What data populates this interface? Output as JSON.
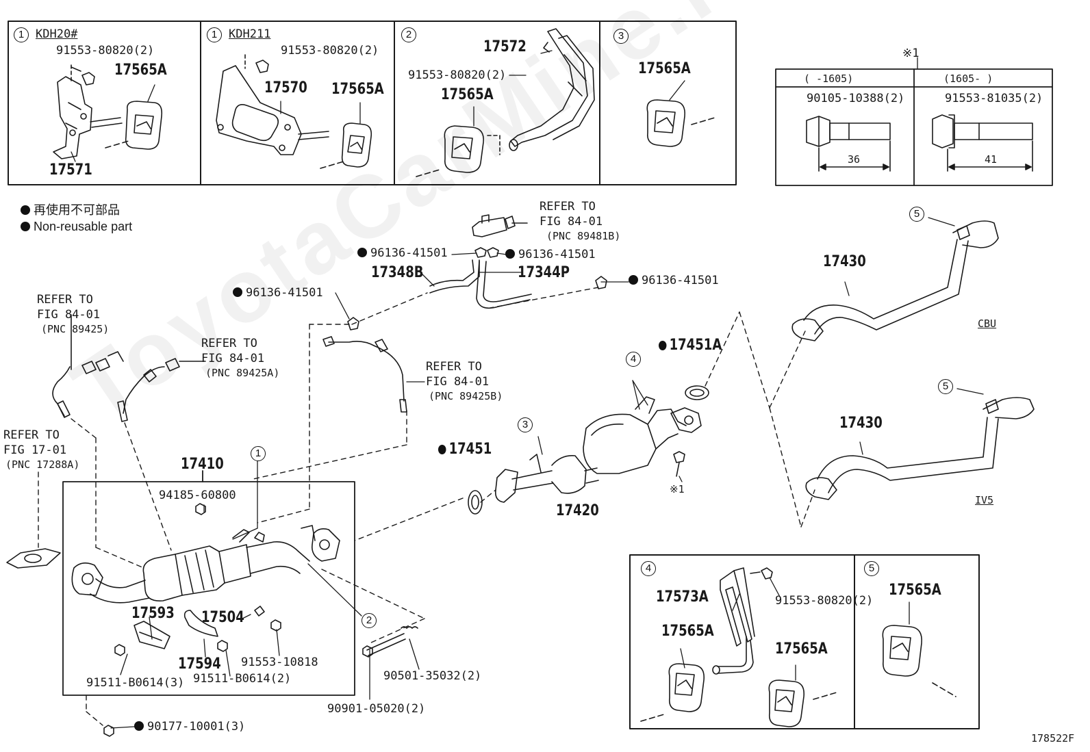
{
  "watermark": "ToyotaCarMine.ru",
  "legend": {
    "jp": "再使用不可部品",
    "en": "Non-reusable part"
  },
  "box1": {
    "num": "1",
    "model": "KDH20#",
    "bolt": "91553-80820(2)",
    "mount": "17565A",
    "bracket": "17571"
  },
  "box1b": {
    "num": "1",
    "model": "KDH211",
    "bolt": "91553-80820(2)",
    "bracket": "17570",
    "mount": "17565A"
  },
  "box2": {
    "num": "2",
    "hanger": "17572",
    "bolt": "91553-80820(2)",
    "mount": "17565A"
  },
  "box3": {
    "num": "3",
    "mount": "17565A"
  },
  "bolt_table": {
    "note": "※1",
    "col1": {
      "range": "(     -1605)",
      "part": "90105-10388(2)",
      "length": "36"
    },
    "col2": {
      "range": "(1605-     )",
      "part": "91553-81035(2)",
      "length": "41"
    }
  },
  "box4": {
    "num": "4",
    "hanger": "17573A",
    "bolt": "91553-80820(2)",
    "mount_a": "17565A",
    "mount_b": "17565A"
  },
  "box5": {
    "num": "5",
    "mount": "17565A"
  },
  "labels": {
    "refer_to": "REFER TO",
    "fig8401": "FIG 84-01",
    "fig1701": "FIG 17-01",
    "pnc89481b": "(PNC 89481B)",
    "pnc89425": "(PNC 89425)",
    "pnc89425a": "(PNC 89425A)",
    "pnc89425b": "(PNC 89425B)",
    "pnc17288a": "(PNC 17288A)",
    "clip": "96136-41501",
    "hose_b": "17348B",
    "hose_p": "17344P",
    "gasket_top": "17451A",
    "gasket_mid": "17451",
    "center_pipe": "17420",
    "front_pipe": "17410",
    "nut": "94185-60800",
    "tail_pipe": "17430",
    "cbu": "CBU",
    "iv5": "IV5",
    "note_mark": "※1",
    "p17593": "17593",
    "p17504": "17504",
    "p17594": "17594",
    "p91553_10818": "91553-10818",
    "p91511_3": "91511-B0614(3)",
    "p91511_2": "91511-B0614(2)",
    "p90901": "90901-05020(2)",
    "p90501": "90501-35032(2)",
    "p90177": "90177-10001(3)",
    "c1": "1",
    "c2": "2",
    "c3": "3",
    "c4": "4",
    "c5a": "5",
    "c5b": "5",
    "figure_id": "178522F"
  }
}
